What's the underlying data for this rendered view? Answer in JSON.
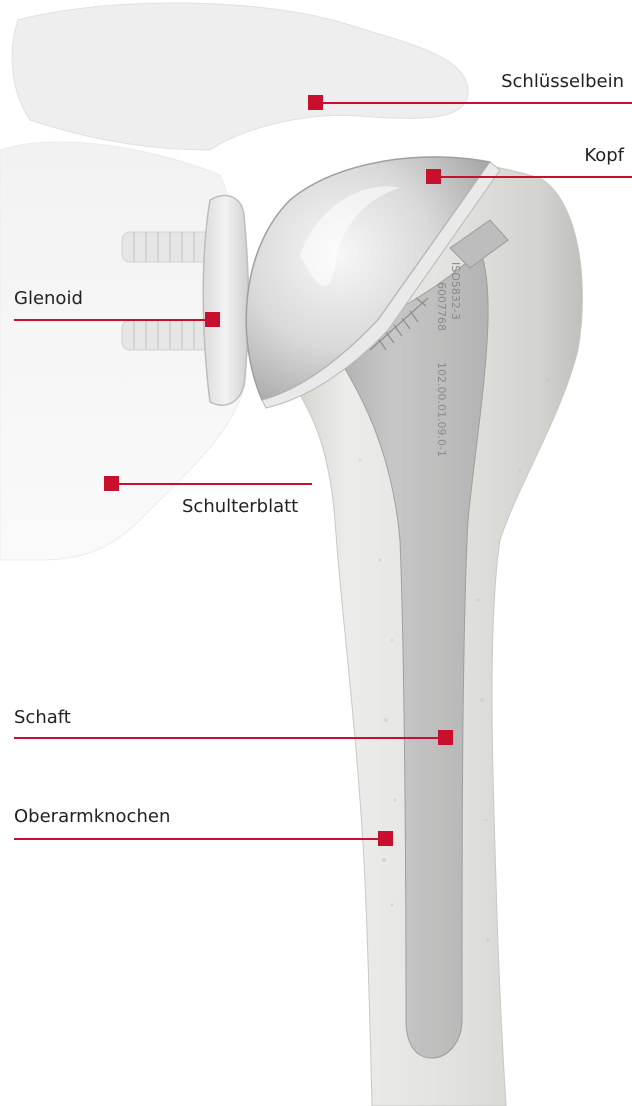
{
  "colors": {
    "accent": "#c8102e",
    "text": "#222222",
    "bone": "#dadad6",
    "implant": "#c9c9c9"
  },
  "engraving": {
    "line1": "ISO5832-3",
    "line2": "6007768",
    "line3": "102.00.01.09.0-1"
  },
  "labels": {
    "clavicle": "Schlüsselbein",
    "head": "Kopf",
    "glenoid": "Glenoid",
    "scapula": "Schulterblatt",
    "stem": "Schaft",
    "humerus": "Oberarmknochen"
  }
}
